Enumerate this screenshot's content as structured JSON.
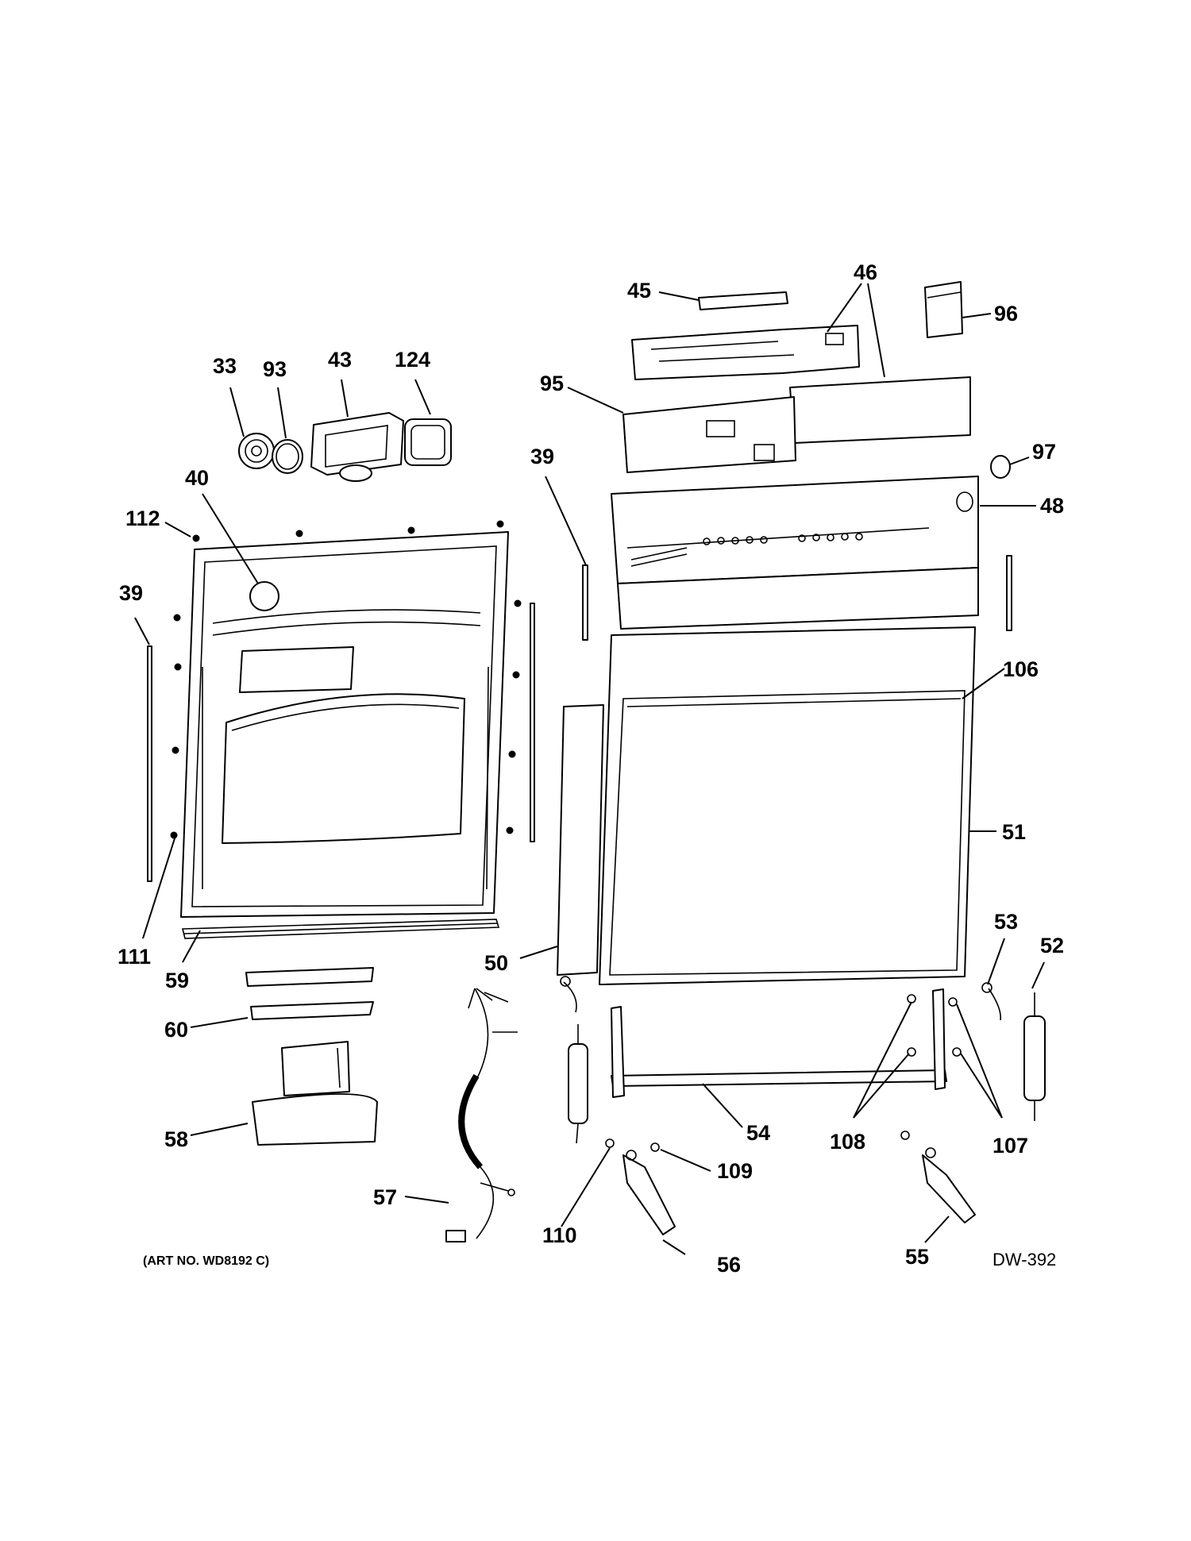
{
  "callouts": {
    "c33": "33",
    "c93": "93",
    "c43": "43",
    "c124": "124",
    "c40": "40",
    "c112": "112",
    "c39a": "39",
    "c39b": "39",
    "c111": "111",
    "c59": "59",
    "c60": "60",
    "c58": "58",
    "c57": "57",
    "c50": "50",
    "c45": "45",
    "c46": "46",
    "c96": "96",
    "c95": "95",
    "c97": "97",
    "c48": "48",
    "c106": "106",
    "c51": "51",
    "c53": "53",
    "c52": "52",
    "c54": "54",
    "c108": "108",
    "c107": "107",
    "c109": "109",
    "c110": "110",
    "c56": "56",
    "c55": "55"
  },
  "footer": {
    "art_number": "(ART NO. WD8192 C)",
    "diagram_code": "DW-392"
  }
}
